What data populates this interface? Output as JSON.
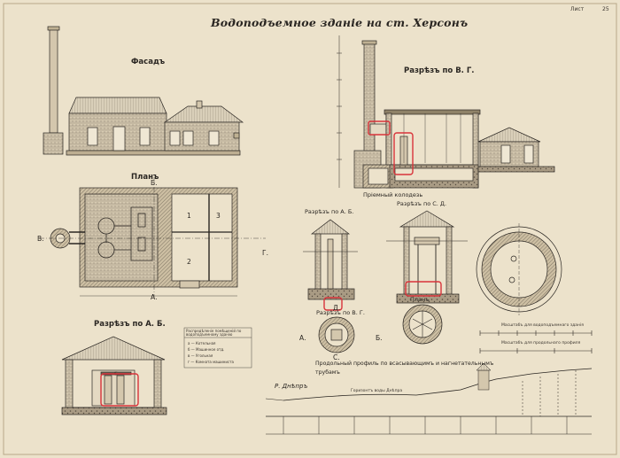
{
  "sheet": {
    "title": "Водоподъемное зданіе на ст. Херсонъ",
    "corner_label": "Лист",
    "page_number": "25"
  },
  "views": {
    "facade": "Фасадъ",
    "plan": "Планъ",
    "section_ab": "Разрѣзъ по А. Б.",
    "section_vg": "Разрѣзъ по В. Г.",
    "intake_well": "Пріемный колодезь",
    "well_ab": "Разрѣзъ по А. Б.",
    "well_sd": "Разрѣзъ по С. Д.",
    "well_vg": "Разрѣзъ по В. Г.",
    "well_plan": "Планъ",
    "profile": "Продольный профиль по всасывающимъ и нагнетательнымъ трубамъ",
    "dnepr": "Р. Днѣпръ",
    "scale_building": "Масштабъ для водоподъемнаго зданія",
    "scale_profile": "Масштабъ для продольнаго профиля",
    "river_levels": "Горизонтъ воды Днѣпра"
  },
  "legend": {
    "title": "Распредѣленіе помѣщеній по водоподъемному зданію",
    "rows": [
      "а — Котельная",
      "б — Машинное отд.",
      "в — Угольная",
      "г — Комната машиниста"
    ]
  },
  "plan_markers": {
    "a": "А.",
    "b": "Б.",
    "v": "В.",
    "g": "Г.",
    "s": "С.",
    "d": "Д.",
    "room1": "1",
    "room2": "2",
    "room3": "3"
  },
  "highlight_color": "#d8333a",
  "ink_color": "#2a2622"
}
